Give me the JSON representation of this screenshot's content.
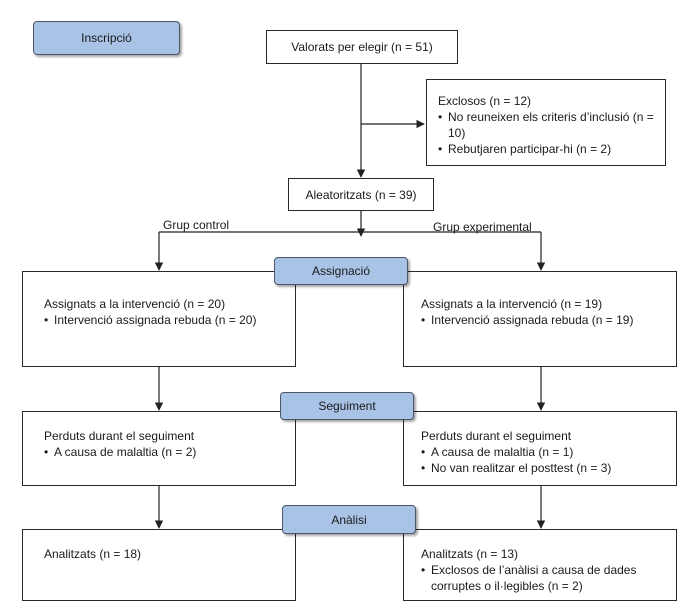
{
  "stages": {
    "enrollment": "Inscripció",
    "allocation": "Assignació",
    "follow_up": "Seguiment",
    "analysis": "Anàlisi"
  },
  "assessed": "Valorats per elegir (n = 51)",
  "excluded": {
    "title": "Exclosos (n = 12)",
    "items": [
      "No reuneixen els criteris d’inclusió (n = 10)",
      "Rebutjaren participar-hi (n = 2)"
    ]
  },
  "randomized": "Aleatoritzats (n = 39)",
  "groups": {
    "control": {
      "label": "Grup control",
      "allocation": {
        "title": "Assignats a la intervenció (n = 20)",
        "items": [
          "Intervenció assignada rebuda (n = 20)"
        ]
      },
      "follow_up": {
        "title": "Perduts durant el seguiment",
        "items": [
          "A causa de malaltia (n = 2)"
        ]
      },
      "analysis": {
        "title": "Analitzats (n = 18)",
        "items": []
      }
    },
    "experimental": {
      "label": "Grup experimental",
      "allocation": {
        "title": "Assignats a la intervenció (n = 19)",
        "items": [
          "Intervenció assignada rebuda (n = 19)"
        ]
      },
      "follow_up": {
        "title": "Perduts durant el seguiment",
        "items": [
          "A causa de malaltia (n = 1)",
          "No van realitzar el posttest (n = 3)"
        ]
      },
      "analysis": {
        "title": "Analitzats (n = 13)",
        "items": [
          "Exclosos de l’anàlisi a causa de dades corruptes o il·legibles (n = 2)"
        ]
      }
    }
  }
}
